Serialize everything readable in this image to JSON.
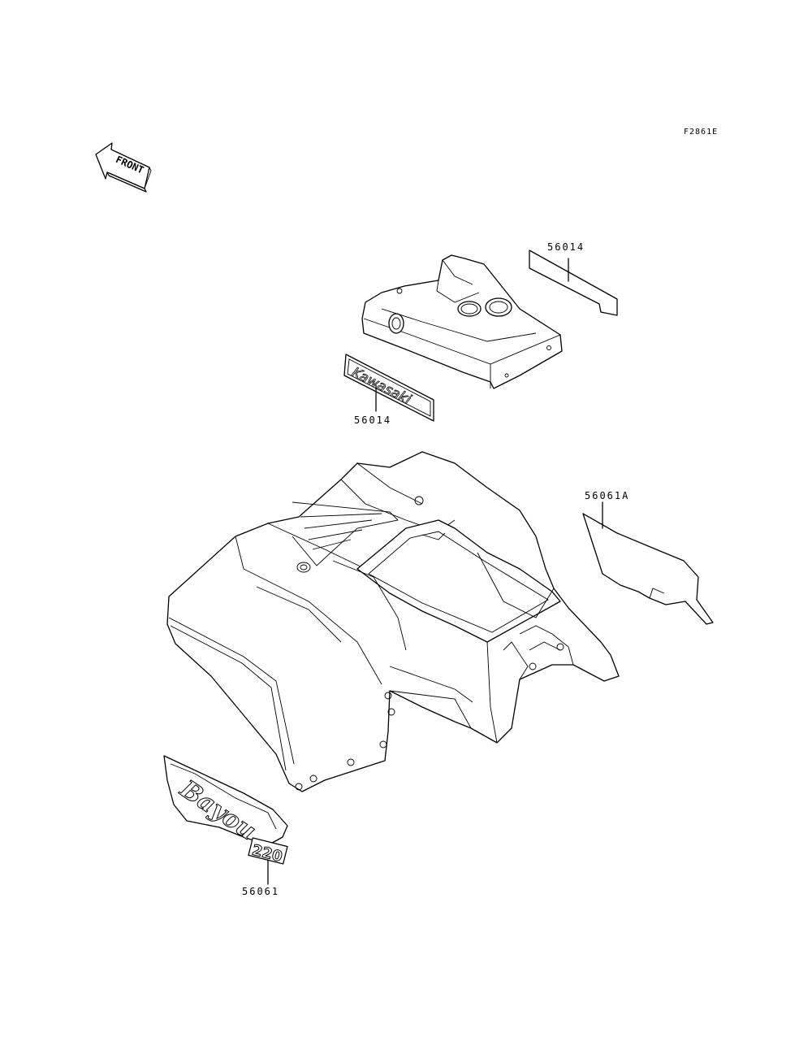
{
  "diagram": {
    "reference_code": "F2861E",
    "front_arrow_text": "FRONT",
    "parts": [
      {
        "id": "p1",
        "number": "56014"
      },
      {
        "id": "p2",
        "number": "56014"
      },
      {
        "id": "p3",
        "number": "56061A"
      },
      {
        "id": "p4",
        "number": "56061"
      }
    ],
    "decal_text": {
      "kawasaki": "Kawasaki",
      "bayou": "Bayou",
      "model_number": "220"
    }
  }
}
